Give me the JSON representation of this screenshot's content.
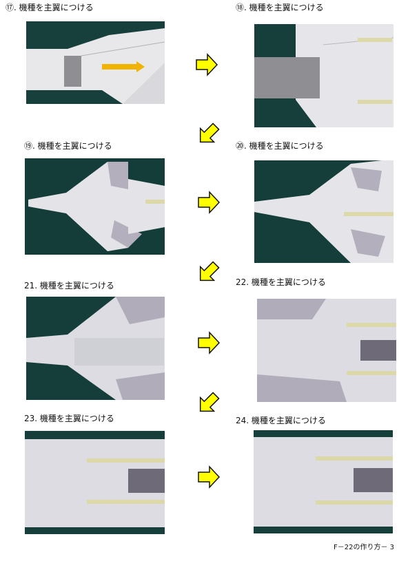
{
  "steps": [
    {
      "label": "⑰. 機種を主翼につける"
    },
    {
      "label": "⑱. 機種を主翼につける"
    },
    {
      "label": "⑲. 機種を主翼につける"
    },
    {
      "label": "⑳. 機種を主翼につける"
    },
    {
      "label": "21. 機種を主翼につける"
    },
    {
      "label": "22. 機種を主翼につける"
    },
    {
      "label": "23. 機種を主翼につける"
    },
    {
      "label": "24. 機種を主翼につける"
    }
  ],
  "footer": "F－22の作り方－ 3",
  "colors": {
    "mat": "#123f3a",
    "arrow_fill": "#ffff00",
    "paper": "#e9e9ec",
    "camo": "#b7b3c0"
  }
}
